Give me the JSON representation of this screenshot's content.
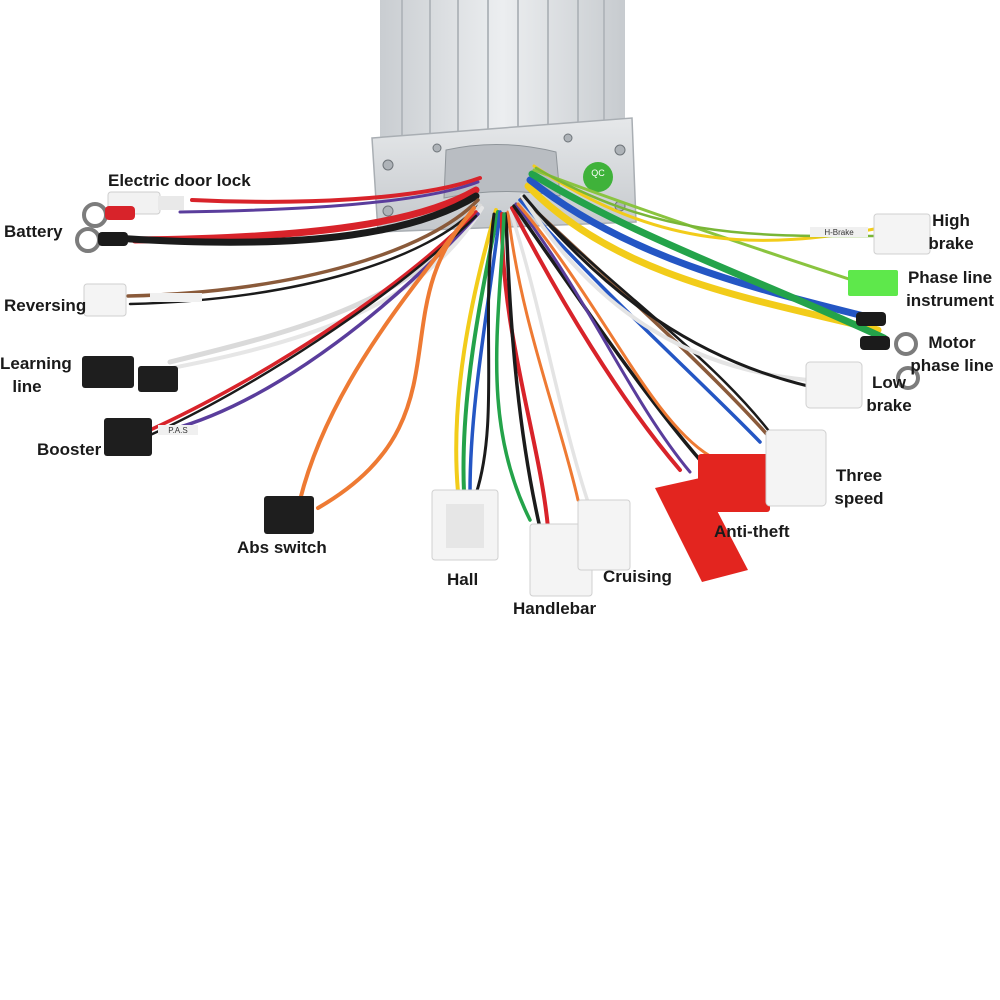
{
  "controller": {
    "qc_sticker": "QC",
    "wire_print": {
      "pas": "P.A.S",
      "high_brake": "H-Brake"
    }
  },
  "colors": {
    "background": "#ffffff",
    "housing": "#d9dcdf",
    "red": "#d8232a",
    "black": "#1b1b1b",
    "yellow": "#f2cc1a",
    "green": "#24a34a",
    "blue": "#2456c4",
    "orange": "#ee7a33",
    "purple": "#5a3d9c",
    "brown": "#8a5a3a",
    "white_wire": "#f4f4f4",
    "connector_red": "#e3251f",
    "connector_green": "#5ee84b",
    "sticker_green": "#3fb23a"
  },
  "labels": {
    "electric_door_lock": "Electric door lock",
    "battery": "Battery",
    "reversing": "Reversing",
    "learning_line_1": "Learning",
    "learning_line_2": "line",
    "booster": "Booster",
    "abs_switch": "Abs switch",
    "hall": "Hall",
    "handlebar": "Handlebar",
    "cruising": "Cruising",
    "anti_theft": "Anti-theft",
    "three_speed_1": "Three",
    "three_speed_2": "speed",
    "low_brake_1": "Low",
    "low_brake_2": "brake",
    "motor_phase_line_1": "Motor",
    "motor_phase_line_2": "phase line",
    "phase_line_instrument_1": "Phase line",
    "phase_line_instrument_2": "instrument",
    "high_brake_1": "High",
    "high_brake_2": "brake"
  }
}
